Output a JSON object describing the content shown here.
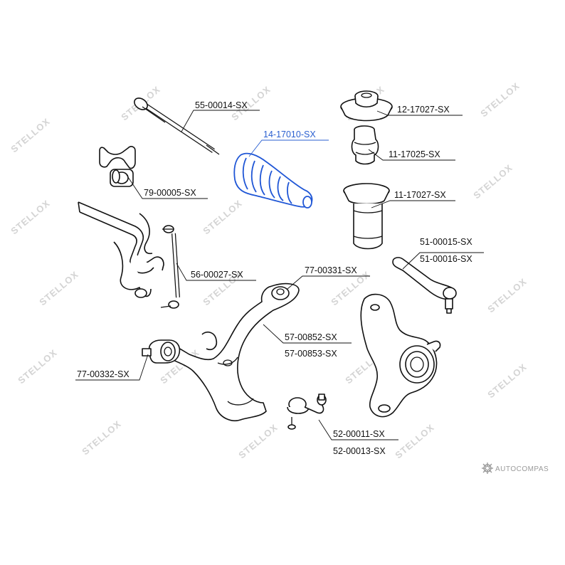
{
  "diagram": {
    "parts": [
      {
        "id": "tie-rod",
        "label": "55-00014-SX",
        "highlighted": false
      },
      {
        "id": "rack-boot",
        "label": "14-17010-SX",
        "highlighted": true
      },
      {
        "id": "strut-mount",
        "label": "12-17027-SX",
        "highlighted": false
      },
      {
        "id": "bump-stop",
        "label": "11-17025-SX",
        "highlighted": false
      },
      {
        "id": "dust-boot",
        "label": "11-17027-SX",
        "highlighted": false
      },
      {
        "id": "stabilizer-bushing",
        "label": "79-00005-SX",
        "highlighted": false
      },
      {
        "id": "stabilizer-link",
        "label": "56-00027-SX",
        "highlighted": false
      },
      {
        "id": "tie-rod-end-1",
        "label": "51-00015-SX",
        "highlighted": false
      },
      {
        "id": "tie-rod-end-2",
        "label": "51-00016-SX",
        "highlighted": false
      },
      {
        "id": "arm-bushing",
        "label": "77-00331-SX",
        "highlighted": false
      },
      {
        "id": "control-arm-1",
        "label": "57-00852-SX",
        "highlighted": false
      },
      {
        "id": "control-arm-2",
        "label": "57-00853-SX",
        "highlighted": false
      },
      {
        "id": "arm-bushing-front",
        "label": "77-00332-SX",
        "highlighted": false
      },
      {
        "id": "ball-joint-1",
        "label": "52-00011-SX",
        "highlighted": false
      },
      {
        "id": "ball-joint-2",
        "label": "52-00013-SX",
        "highlighted": false
      }
    ]
  },
  "watermark": {
    "text": "STELLOX"
  },
  "brand": {
    "text": "AUTOCOMPAS"
  },
  "colors": {
    "highlight": "#2a5fd0",
    "ink": "#111111",
    "watermark": "#d4d4d4"
  }
}
